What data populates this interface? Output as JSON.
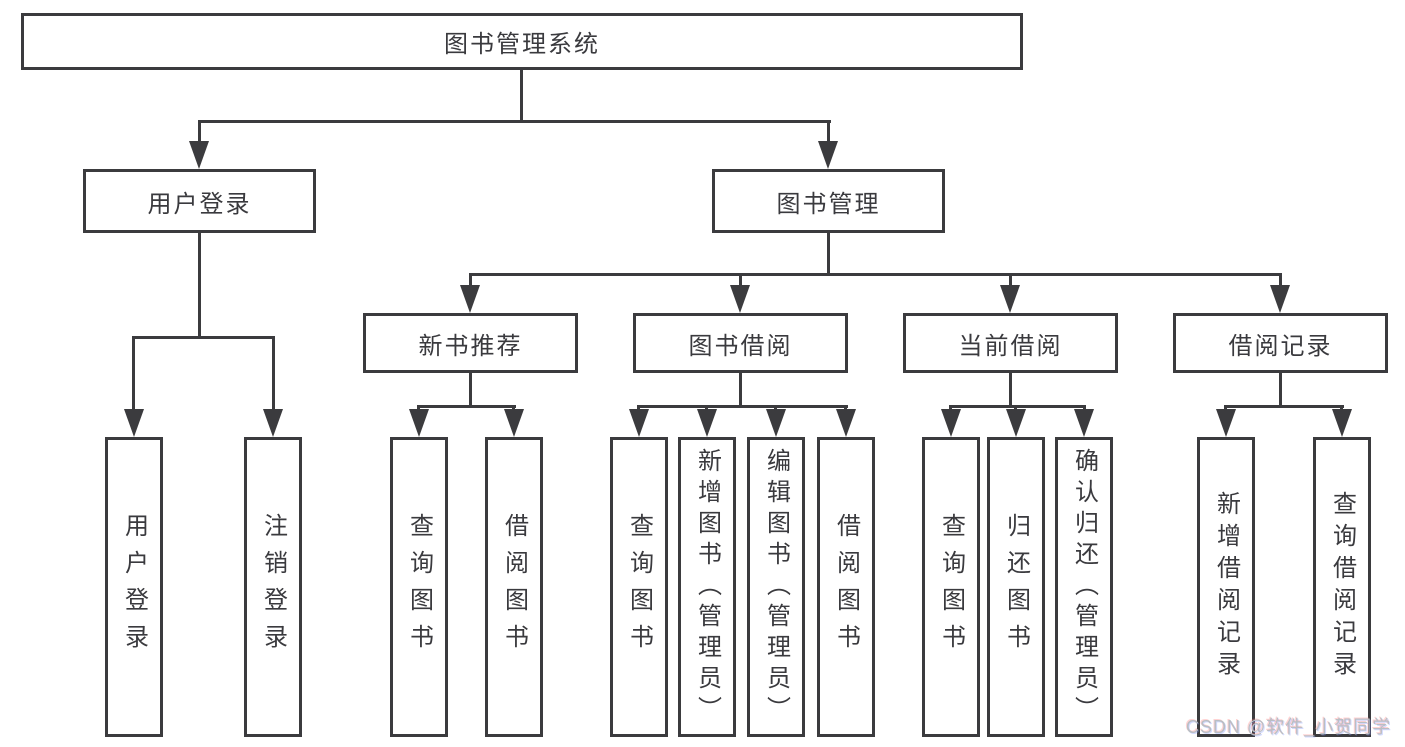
{
  "colors": {
    "background": "#ffffff",
    "line": "#3b3b3e",
    "box_border": "#3b3b3e",
    "box_text": "#3a3a3e",
    "watermark_text": "#b9bec4"
  },
  "tree": {
    "root": {
      "label": "图书管理系统",
      "children": [
        {
          "label": "用户登录",
          "children": [
            {
              "label": "用户登录"
            },
            {
              "label": "注销登录"
            }
          ]
        },
        {
          "label": "图书管理",
          "children": [
            {
              "label": "新书推荐",
              "children": [
                {
                  "label": "查询图书"
                },
                {
                  "label": "借阅图书"
                }
              ]
            },
            {
              "label": "图书借阅",
              "children": [
                {
                  "label": "查询图书"
                },
                {
                  "label": "新增图书（管理员）"
                },
                {
                  "label": "编辑图书（管理员）"
                },
                {
                  "label": "借阅图书"
                }
              ]
            },
            {
              "label": "当前借阅",
              "children": [
                {
                  "label": "查询图书"
                },
                {
                  "label": "归还图书"
                },
                {
                  "label": "确认归还（管理员）"
                }
              ]
            },
            {
              "label": "借阅记录",
              "children": [
                {
                  "label": "新增借阅记录"
                },
                {
                  "label": "查询借阅记录"
                }
              ]
            }
          ]
        }
      ]
    }
  },
  "watermark": {
    "text": "CSDN @软件_小贺同学"
  }
}
